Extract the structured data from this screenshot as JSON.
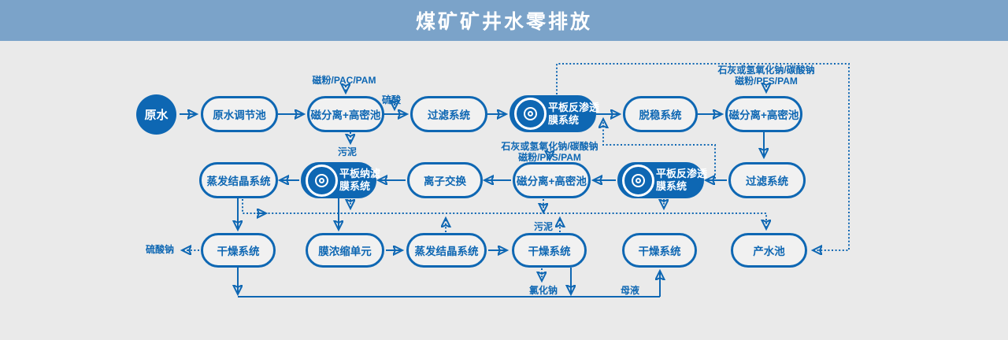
{
  "title": "煤矿矿井水零排放",
  "colors": {
    "header_bg": "#7ba3c9",
    "canvas_bg": "#eaeaea",
    "accent": "#0e67b3"
  },
  "nodes": {
    "raw_water": "原水",
    "row1": {
      "adjust_tank": "原水调节池",
      "mag_sep": "磁分离+高密池",
      "filter": "过滤系统",
      "ro_line1": "平板反渗透",
      "ro_line2": "膜系统",
      "destab": "脱稳系统",
      "mag_sep2": "磁分离+高密池"
    },
    "row2": {
      "filter": "过滤系统",
      "ro_line1": "平板反渗透",
      "ro_line2": "膜系统",
      "mag_sep": "磁分离+高密池",
      "ion_exchange": "离子交换",
      "nf_line1": "平板纳滤",
      "nf_line2": "膜系统",
      "evap": "蒸发结晶系统"
    },
    "row3": {
      "dry1": "干燥系统",
      "mem_conc": "膜浓缩单元",
      "evap": "蒸发结晶系统",
      "dry2": "干燥系统",
      "dry3": "干燥系统",
      "product_pool": "产水池"
    }
  },
  "annotations": {
    "dose_magnetic_pac_pam": "磁粉/PAC/PAM",
    "dose_sulfuric_acid": "硫酸",
    "dose_lime_line1": "石灰或氢氧化钠/碳酸钠",
    "dose_lime_line2": "磁粉/PFS/PAM",
    "sludge": "污泥",
    "sodium_sulfate": "硫酸钠",
    "sodium_chloride": "氯化钠",
    "mother_liquor": "母液"
  }
}
